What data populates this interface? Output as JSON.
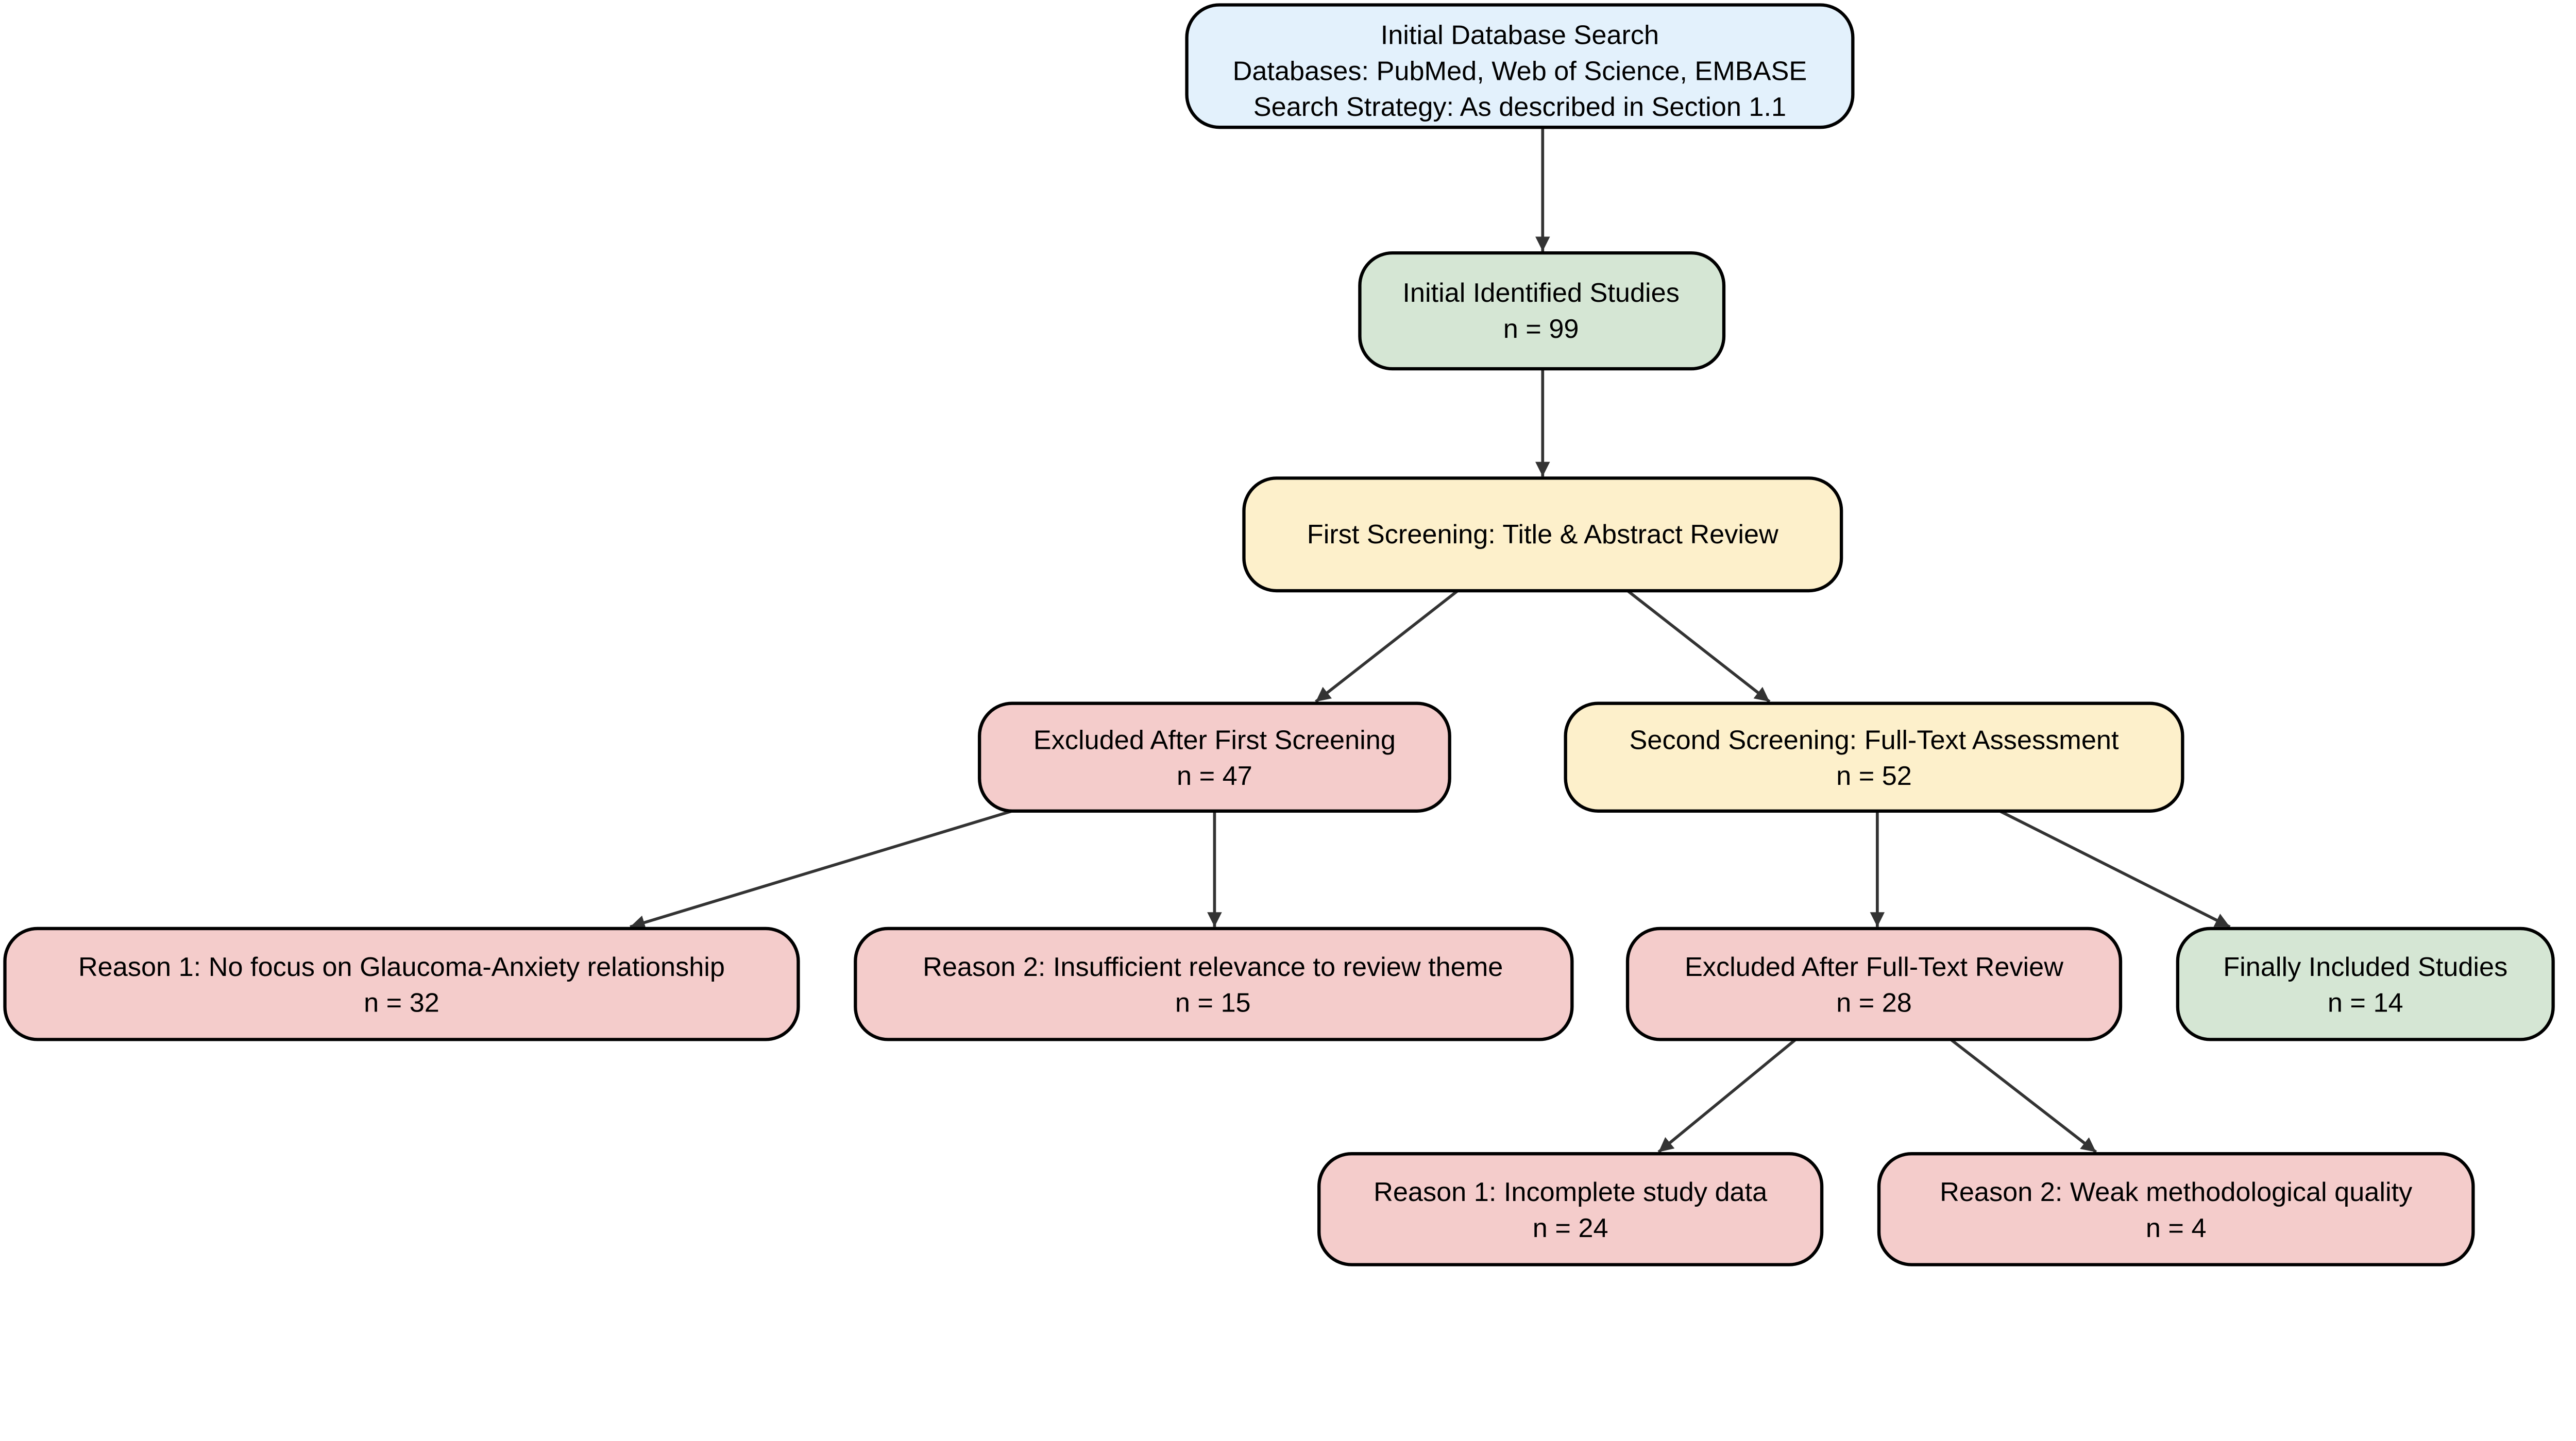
{
  "colors": {
    "blue": "#e3f1fc",
    "green": "#d5e6d4",
    "yellow": "#fdf0cb",
    "red": "#f4cccb",
    "edge": "#333333"
  },
  "nodes": {
    "search": {
      "lines": [
        "Initial Database Search",
        "Databases: PubMed, Web of Science, EMBASE",
        "Search Strategy: As described in Section 1.1"
      ]
    },
    "identified": {
      "lines": [
        "Initial Identified Studies",
        "n = 99"
      ]
    },
    "first_screening": {
      "lines": [
        "First Screening: Title & Abstract Review"
      ]
    },
    "excluded_first": {
      "lines": [
        "Excluded After First Screening",
        "n = 47"
      ]
    },
    "second_screening": {
      "lines": [
        "Second Screening: Full-Text Assessment",
        "n = 52"
      ]
    },
    "reason1_first": {
      "lines": [
        "Reason 1: No focus on Glaucoma-Anxiety relationship",
        "n = 32"
      ]
    },
    "reason2_first": {
      "lines": [
        "Reason 2: Insufficient relevance to review theme",
        "n = 15"
      ]
    },
    "excluded_full": {
      "lines": [
        "Excluded After Full-Text Review",
        "n = 28"
      ]
    },
    "included": {
      "lines": [
        "Finally Included Studies",
        "n = 14"
      ]
    },
    "reason1_full": {
      "lines": [
        "Reason 1: Incomplete study data",
        "n = 24"
      ]
    },
    "reason2_full": {
      "lines": [
        "Reason 2: Weak methodological quality",
        "n = 4"
      ]
    }
  },
  "edges": [
    [
      "search",
      "identified"
    ],
    [
      "identified",
      "first_screening"
    ],
    [
      "first_screening",
      "excluded_first"
    ],
    [
      "first_screening",
      "second_screening"
    ],
    [
      "excluded_first",
      "reason1_first"
    ],
    [
      "excluded_first",
      "reason2_first"
    ],
    [
      "second_screening",
      "excluded_full"
    ],
    [
      "second_screening",
      "included"
    ],
    [
      "excluded_full",
      "reason1_full"
    ],
    [
      "excluded_full",
      "reason2_full"
    ]
  ]
}
